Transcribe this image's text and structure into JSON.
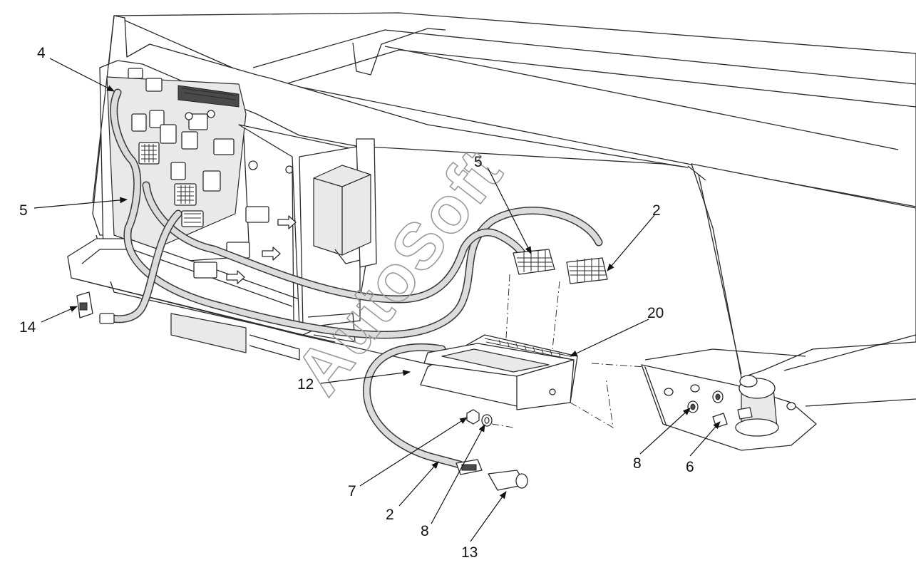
{
  "watermark": "AutoSoft",
  "callouts": [
    {
      "id": "c4",
      "label": "4"
    },
    {
      "id": "c5-left",
      "label": "5"
    },
    {
      "id": "c14",
      "label": "14"
    },
    {
      "id": "c5-right",
      "label": "5"
    },
    {
      "id": "c2-right",
      "label": "2"
    },
    {
      "id": "c20",
      "label": "20"
    },
    {
      "id": "c12",
      "label": "12"
    },
    {
      "id": "c7",
      "label": "7"
    },
    {
      "id": "c2-bottom",
      "label": "2"
    },
    {
      "id": "c8-bottom",
      "label": "8"
    },
    {
      "id": "c13",
      "label": "13"
    },
    {
      "id": "c8-right",
      "label": "8"
    },
    {
      "id": "c6",
      "label": "6"
    }
  ]
}
